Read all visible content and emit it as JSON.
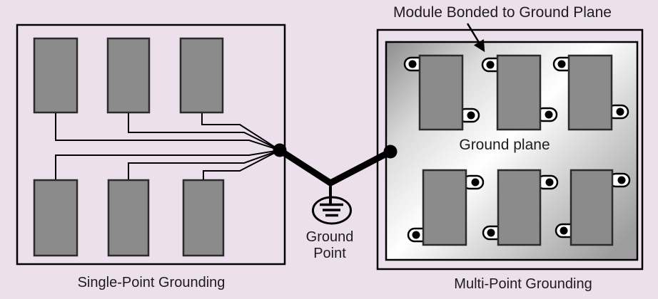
{
  "colors": {
    "background": "#EDE0ED",
    "outline": "#000000",
    "wire": "#000000",
    "text": "#1C1C1C",
    "module_fill": "#8B8B8B",
    "module_border": "#2B2B2B",
    "lug_fill": "#FFFFFF",
    "plane_dark": "#8E8E8E",
    "plane_mid": "#DADADA",
    "plane_light": "#FFFFFF",
    "plane_end": "#9E9E9E"
  },
  "labels": {
    "bond_callout": "Module Bonded to Ground Plane",
    "ground_plane": "Ground plane",
    "ground_point_line1": "Ground",
    "ground_point_line2": "Point",
    "left_caption": "Single-Point Grounding",
    "right_caption": "Multi-Point Grounding"
  }
}
